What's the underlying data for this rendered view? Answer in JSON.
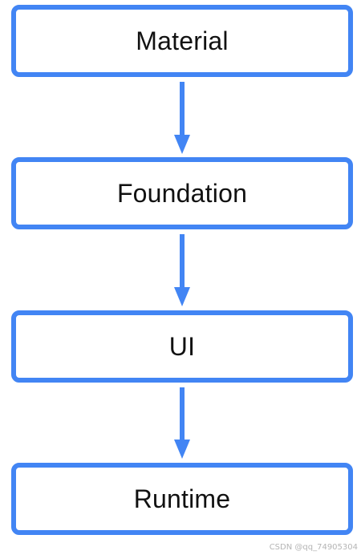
{
  "diagram": {
    "colors": {
      "stroke": "#4285F4",
      "text": "#111111"
    },
    "layers": [
      {
        "label": "Material"
      },
      {
        "label": "Foundation"
      },
      {
        "label": "UI"
      },
      {
        "label": "Runtime"
      }
    ]
  },
  "watermark": {
    "text": "CSDN @qq_74905304"
  }
}
